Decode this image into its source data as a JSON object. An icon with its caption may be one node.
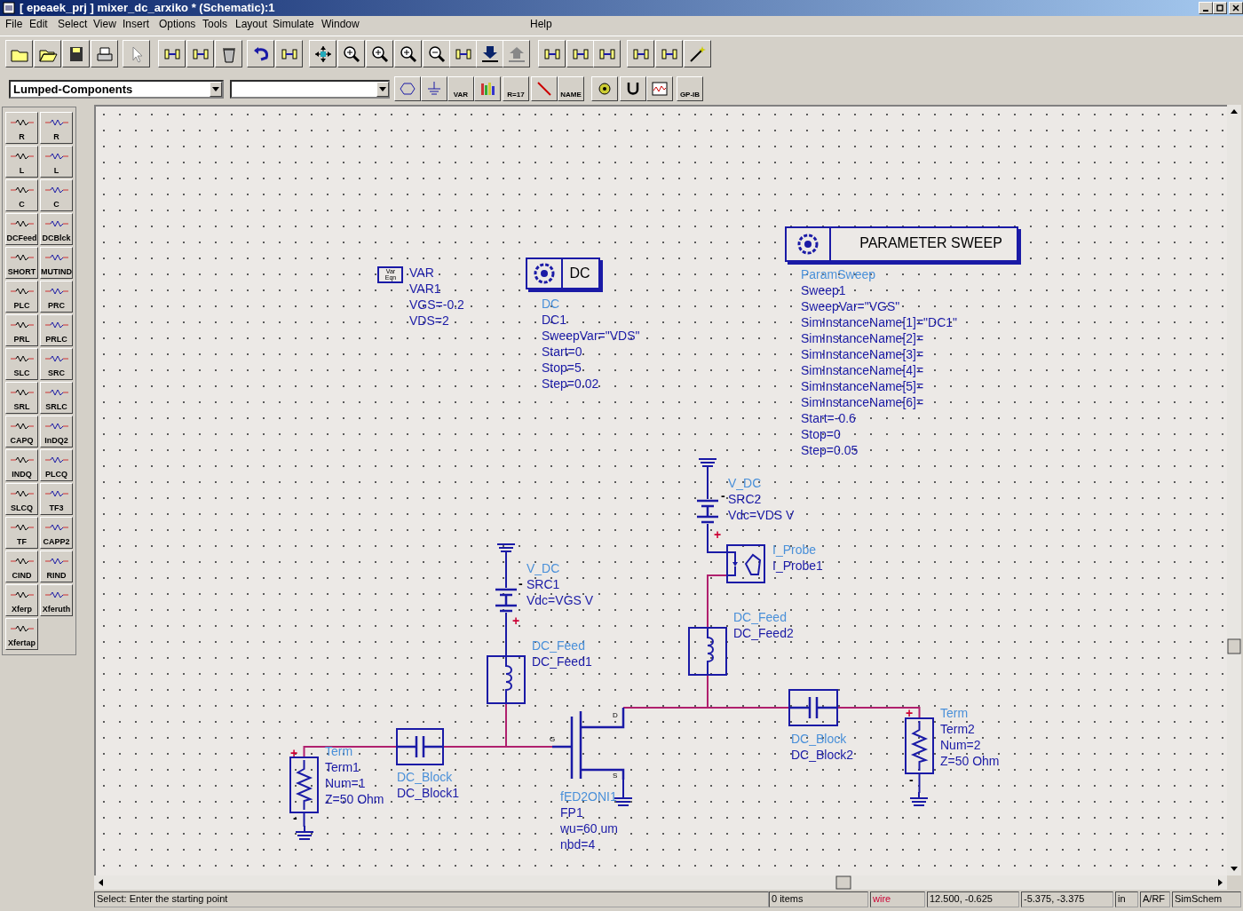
{
  "diagram": {
    "title": "[ epeaek_prj ] mixer_dc_arxiko * (Schematic):1",
    "nodes": [
      {
        "text": [
          "Var Eqn"
        ],
        "beside": [
          "VAR",
          "VAR1",
          "VGS=-0.2",
          "VDS=2"
        ]
      },
      {
        "text": [
          "DC"
        ],
        "beside": [
          "DC",
          "DC1",
          "SweepVar=\"VDS\"",
          "Start=0",
          "Stop=5",
          "Step=0.02"
        ]
      },
      {
        "text": [
          "PARAMETER SWEEP"
        ],
        "beside": [
          "ParamSweep",
          "Sweep1",
          "SweepVar=\"VGS\"",
          "SimInstanceName[1]=\"DC1\"",
          "SimInstanceName[2]=",
          "SimInstanceName[3]=",
          "SimInstanceName[4]=",
          "SimInstanceName[5]=",
          "SimInstanceName[6]=",
          "Start=-0.6",
          "Stop=0",
          "Step=0.05"
        ]
      },
      {
        "text": [],
        "shape": "resistor",
        "beside": [
          "Term",
          "Term1",
          "Num=1",
          "Z=50 Ohm"
        ]
      },
      {
        "text": [],
        "shape": "ground"
      },
      {
        "text": [],
        "shape": "capacitor",
        "beside": [
          "DC_Block",
          "DC_Block1"
        ]
      },
      {
        "text": [],
        "shape": "inductor",
        "beside": [
          "DC_Feed",
          "DC_Feed1"
        ]
      },
      {
        "text": [],
        "shape": "battery",
        "beside": [
          "V_DC",
          "SRC1",
          "Vdc=VGS V"
        ]
      },
      {
        "text": [],
        "shape": "ground"
      },
      {
        "text": [],
        "shape": "transistor",
        "beside": [
          "fED2ONI1",
          "FP1",
          "wu=60 um",
          "nbd=4"
        ]
      },
      {
        "text": [],
        "shape": "ground"
      },
      {
        "text": [],
        "shape": "inductor",
        "beside": [
          "DC_Feed",
          "DC_Feed2"
        ]
      },
      {
        "text": [],
        "shape": "probe",
        "beside": [
          "I_Probe",
          "I_Probe1"
        ]
      },
      {
        "text": [],
        "shape": "battery",
        "beside": [
          "V_DC",
          "SRC2",
          "Vdc=VDS V"
        ]
      },
      {
        "text": [],
        "shape": "ground"
      },
      {
        "text": [],
        "shape": "capacitor",
        "beside": [
          "DC_Block",
          "DC_Block2"
        ]
      },
      {
        "text": [],
        "shape": "resistor",
        "beside": [
          "Term",
          "Term2",
          "Num=2",
          "Z=50 Ohm"
        ]
      },
      {
        "text": [],
        "shape": "ground"
      }
    ],
    "edges": [
      {
        "from": 3,
        "to": 5,
        "arrow": "none"
      },
      {
        "from": 3,
        "to": 4,
        "arrow": "none",
        "color": "#1a1aa6"
      },
      {
        "from": 5,
        "to": 9,
        "arrow": "none"
      },
      {
        "from": 6,
        "to": 9,
        "arrow": "none"
      },
      {
        "from": 7,
        "to": 6,
        "arrow": "none",
        "color": "#1a1aa6"
      },
      {
        "from": 7,
        "to": 8,
        "arrow": "none",
        "color": "#1a1aa6"
      },
      {
        "from": 9,
        "to": 10,
        "arrow": "none",
        "color": "#1a1aa6"
      },
      {
        "from": 9,
        "to": 15,
        "arrow": "none"
      },
      {
        "from": 11,
        "to": 15,
        "arrow": "none"
      },
      {
        "from": 12,
        "to": 11,
        "arrow": "none"
      },
      {
        "from": 13,
        "to": 12,
        "arrow": "none",
        "color": "#1a1aa6"
      },
      {
        "from": 13,
        "to": 14,
        "arrow": "none",
        "color": "#1a1aa6"
      },
      {
        "from": 15,
        "to": 16,
        "arrow": "none"
      },
      {
        "from": 16,
        "to": 17,
        "arrow": "none",
        "color": "#1a1aa6"
      }
    ],
    "labels": [
      "File",
      "Edit",
      "Select",
      "View",
      "Insert",
      "Options",
      "Tools",
      "Layout",
      "Simulate",
      "Window",
      "Help",
      "Lumped-Components",
      "VAR",
      "R=17",
      "NAME",
      "GP-IB",
      "R",
      "R",
      "L",
      "L",
      "C",
      "C",
      "DCFeed",
      "DCBlck",
      "SHORT",
      "MUTIND",
      "PLC",
      "PRC",
      "PRL",
      "PRLC",
      "SLC",
      "SRC",
      "SRL",
      "SRLC",
      "CAPQ",
      "InDQ2",
      "INDQ",
      "PLCQ",
      "SLCQ",
      "TF3",
      "TF",
      "CAPP2",
      "CIND",
      "RIND",
      "Xferp",
      "Xferuth",
      "Xfertap",
      "-",
      "+",
      "-",
      "+",
      "+",
      "+",
      "G",
      "D",
      "S",
      "-",
      "-",
      "Select: Enter the starting point",
      "0 items",
      "wire",
      "12.500, -0.625",
      "-5.375, -3.375",
      "in",
      "A/RF",
      "SimSchem"
    ]
  }
}
